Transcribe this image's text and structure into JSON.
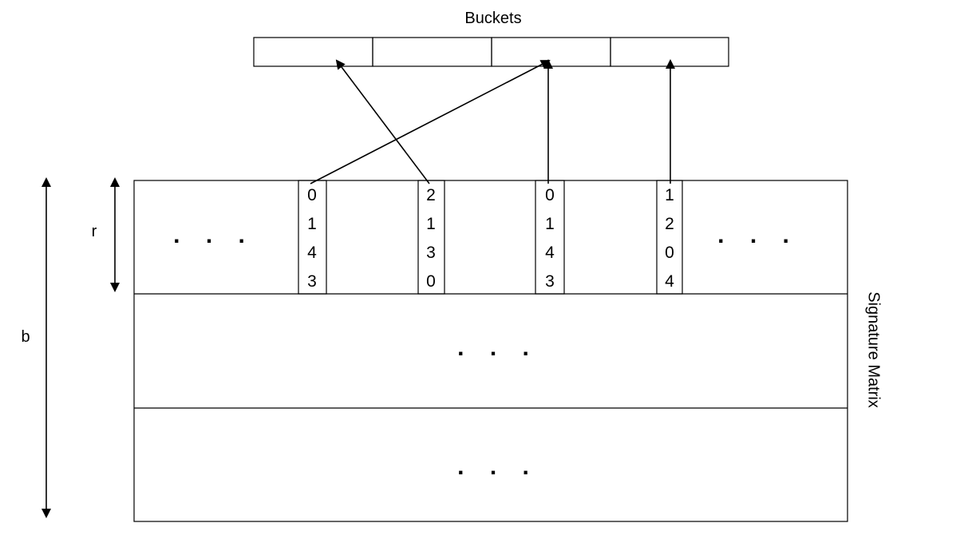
{
  "diagram": {
    "buckets_title": "Buckets",
    "bucket_count": 4,
    "side_label": "Signature Matrix",
    "band_label": "r",
    "total_label": "b",
    "ellipsis": ". . .",
    "columns": [
      {
        "values": [
          "0",
          "1",
          "4",
          "3"
        ],
        "target_bucket": 3
      },
      {
        "values": [
          "2",
          "1",
          "3",
          "0"
        ],
        "target_bucket": 1
      },
      {
        "values": [
          "0",
          "1",
          "4",
          "3"
        ],
        "target_bucket": 3
      },
      {
        "values": [
          "1",
          "2",
          "0",
          "4"
        ],
        "target_bucket": 4
      }
    ]
  }
}
